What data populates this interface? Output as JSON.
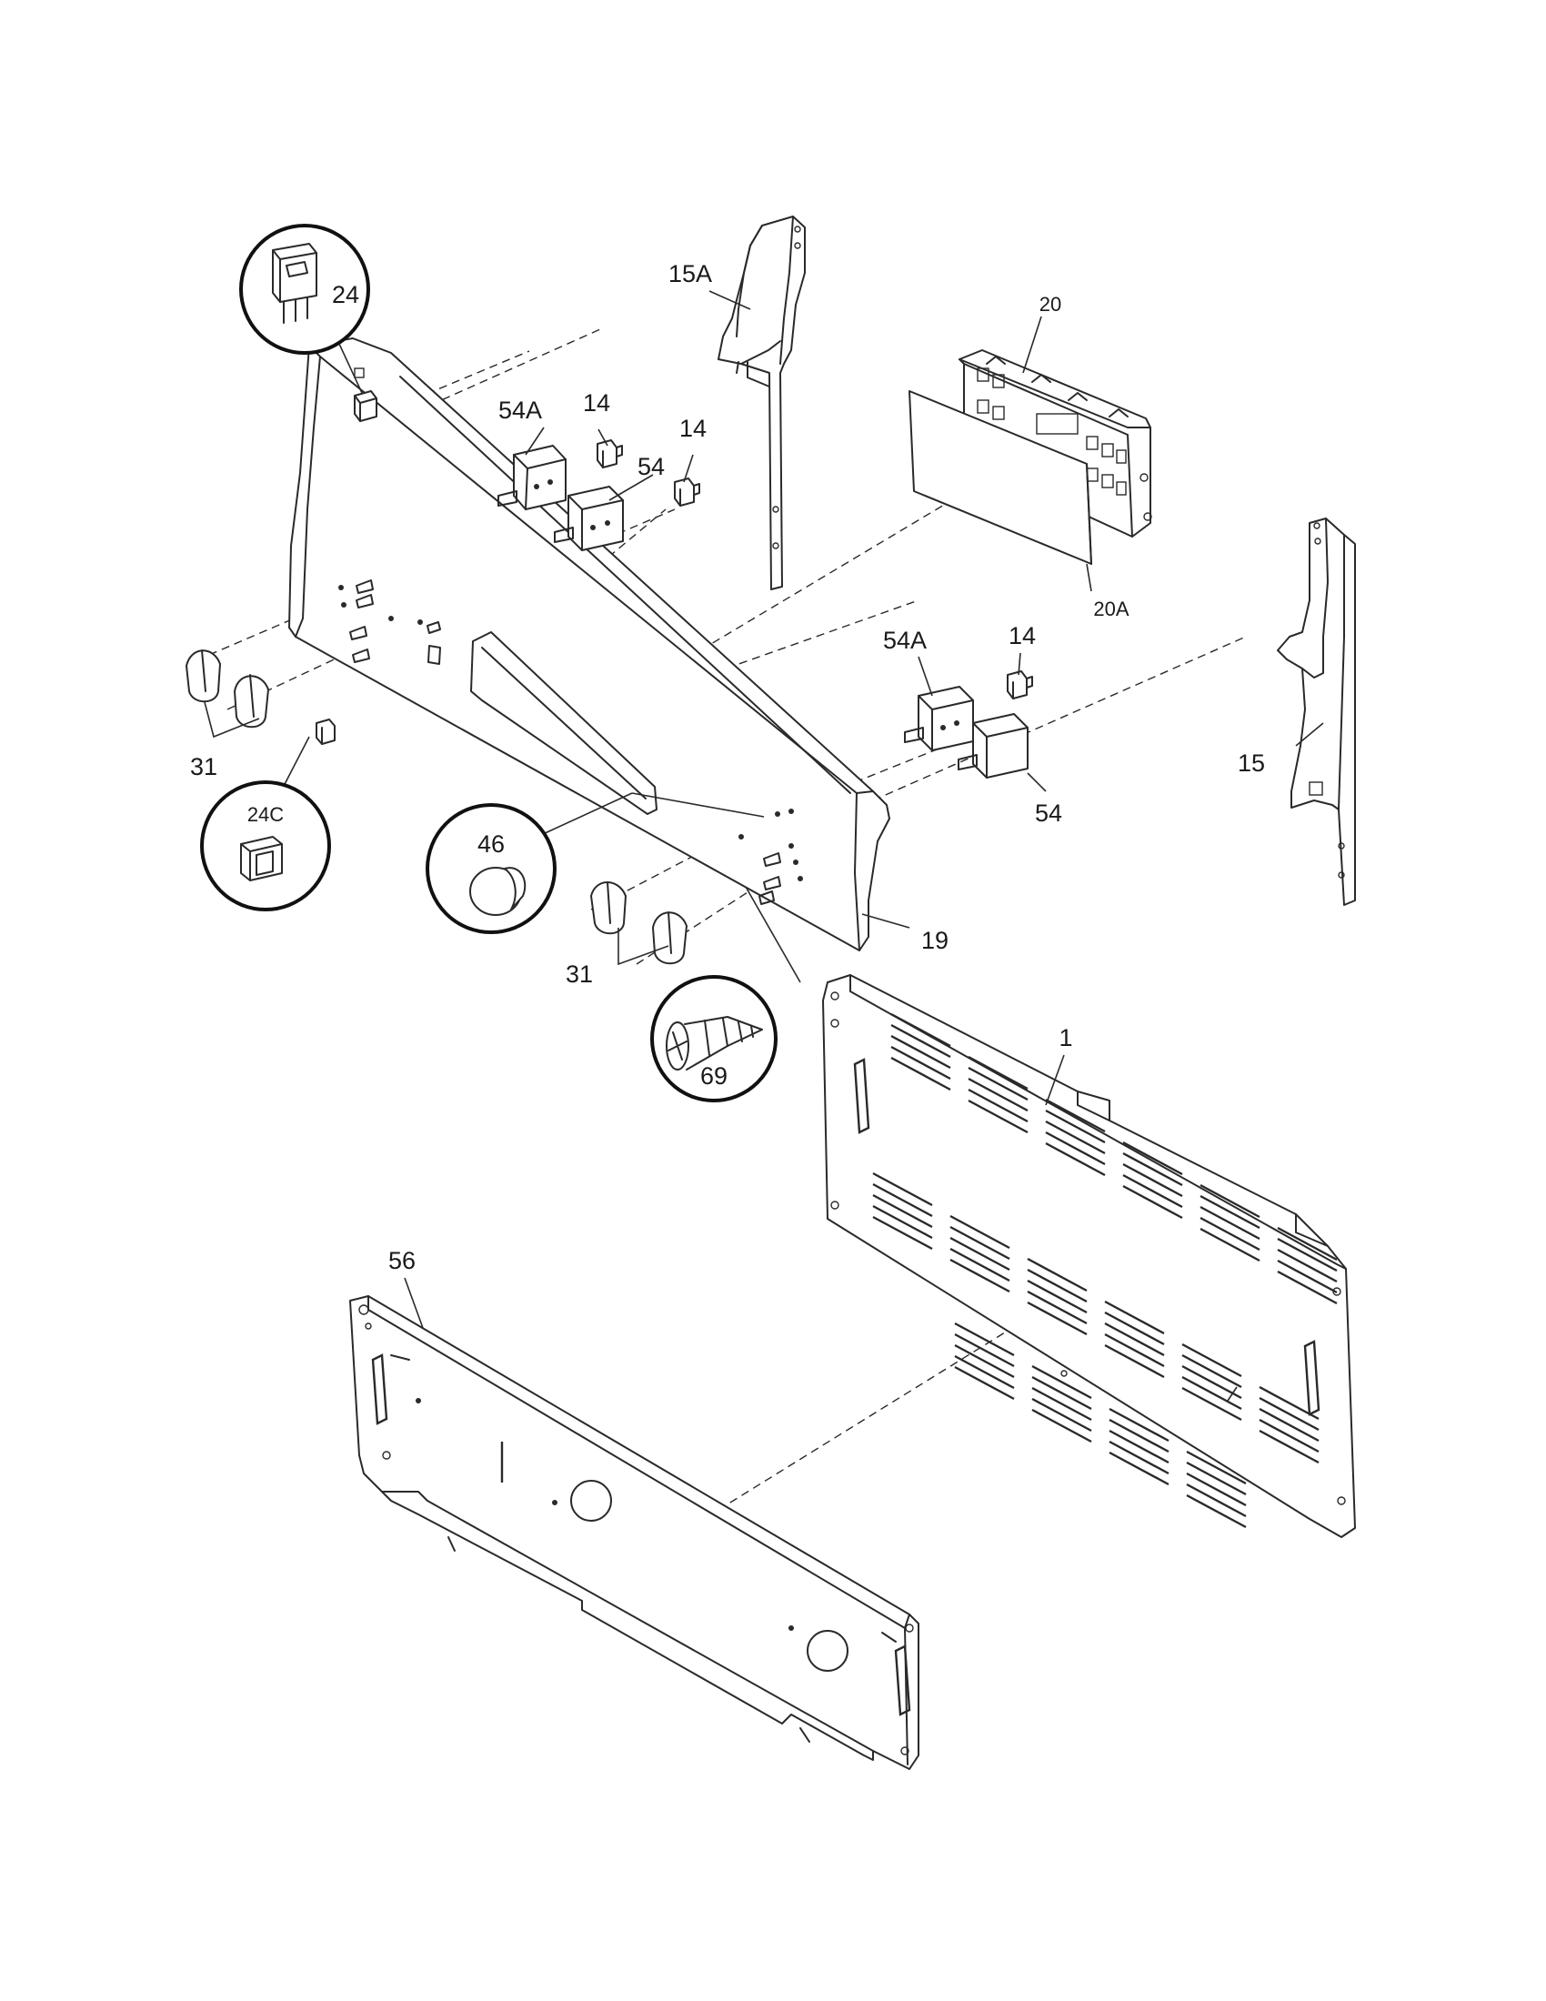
{
  "callouts": {
    "p24": "24",
    "p24c": "24C",
    "p46": "46",
    "p69": "69"
  },
  "labels": {
    "p15a": "15A",
    "p20": "20",
    "p20a": "20A",
    "p54a_top": "54A",
    "p14_a": "14",
    "p14_b": "14",
    "p54_top": "54",
    "p54a_right": "54A",
    "p14_c": "14",
    "p54_right": "54",
    "p15": "15",
    "p31_left": "31",
    "p31_bottom": "31",
    "p19": "19",
    "p1": "1",
    "p56": "56"
  }
}
